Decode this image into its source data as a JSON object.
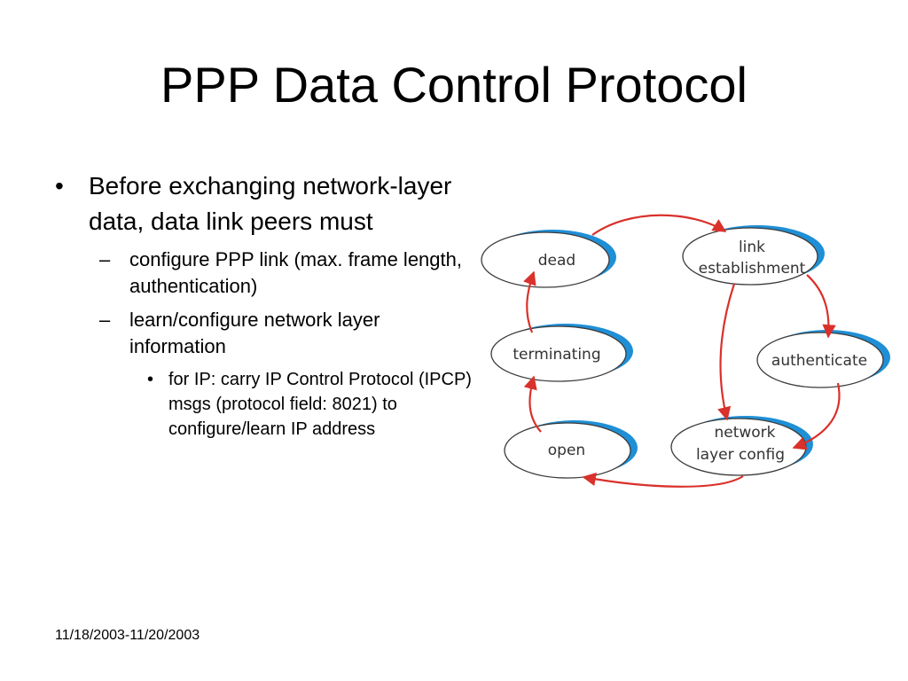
{
  "slide": {
    "title": "PPP Data Control Protocol",
    "footer_date": "11/18/2003-11/20/2003"
  },
  "bullets": {
    "main": {
      "marker": "•",
      "text": "Before exchanging network-layer data, data link peers must"
    },
    "sub1": {
      "marker": "–",
      "text": "configure PPP link (max. frame length, authentication)"
    },
    "sub2": {
      "marker": "–",
      "text": "learn/configure network layer information"
    },
    "subsub1": {
      "marker": "•",
      "text": "for IP: carry IP Control Protocol (IPCP) msgs (protocol field: 8021) to configure/learn IP address"
    }
  },
  "diagram": {
    "states": {
      "dead": "dead",
      "link_establishment_1": "link",
      "link_establishment_2": "establishment",
      "terminating": "terminating",
      "authenticate": "authenticate",
      "open": "open",
      "network_config_1": "network",
      "network_config_2": "layer  config"
    },
    "colors": {
      "arrow": "#d9312b",
      "state_shadow": "#1f8fd6",
      "state_fill": "#ffffff",
      "state_outline": "#3a3a3a"
    }
  }
}
